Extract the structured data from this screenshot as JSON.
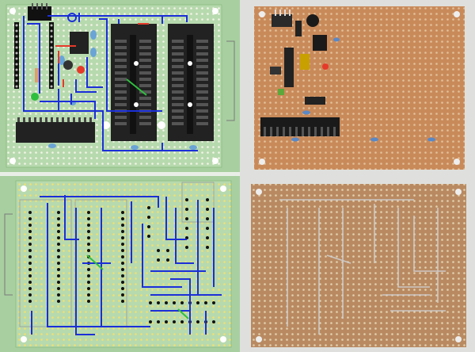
{
  "panels": [
    {
      "id": "layout-top",
      "kind": "board-layout",
      "label": ""
    },
    {
      "id": "photo-top",
      "kind": "board-photo",
      "label": ""
    },
    {
      "id": "layout-bottom",
      "kind": "board-layout",
      "label": ""
    },
    {
      "id": "photo-bottom",
      "kind": "board-photo",
      "label": ""
    }
  ],
  "colors": {
    "page_bg": "#e9efe7",
    "layout_bg": "#a8cfa0",
    "pad": "#ffffff",
    "wire": "#1b2fd8",
    "link": "#e53a2a",
    "ic_body": "#222222",
    "board_photo": "#c98a5a",
    "board_photo_back": "#b98a62"
  },
  "components": {
    "zif_sockets": 2,
    "ic_count_top": 2,
    "led_colors": [
      "#e53a2a",
      "#2fbf3f"
    ]
  }
}
